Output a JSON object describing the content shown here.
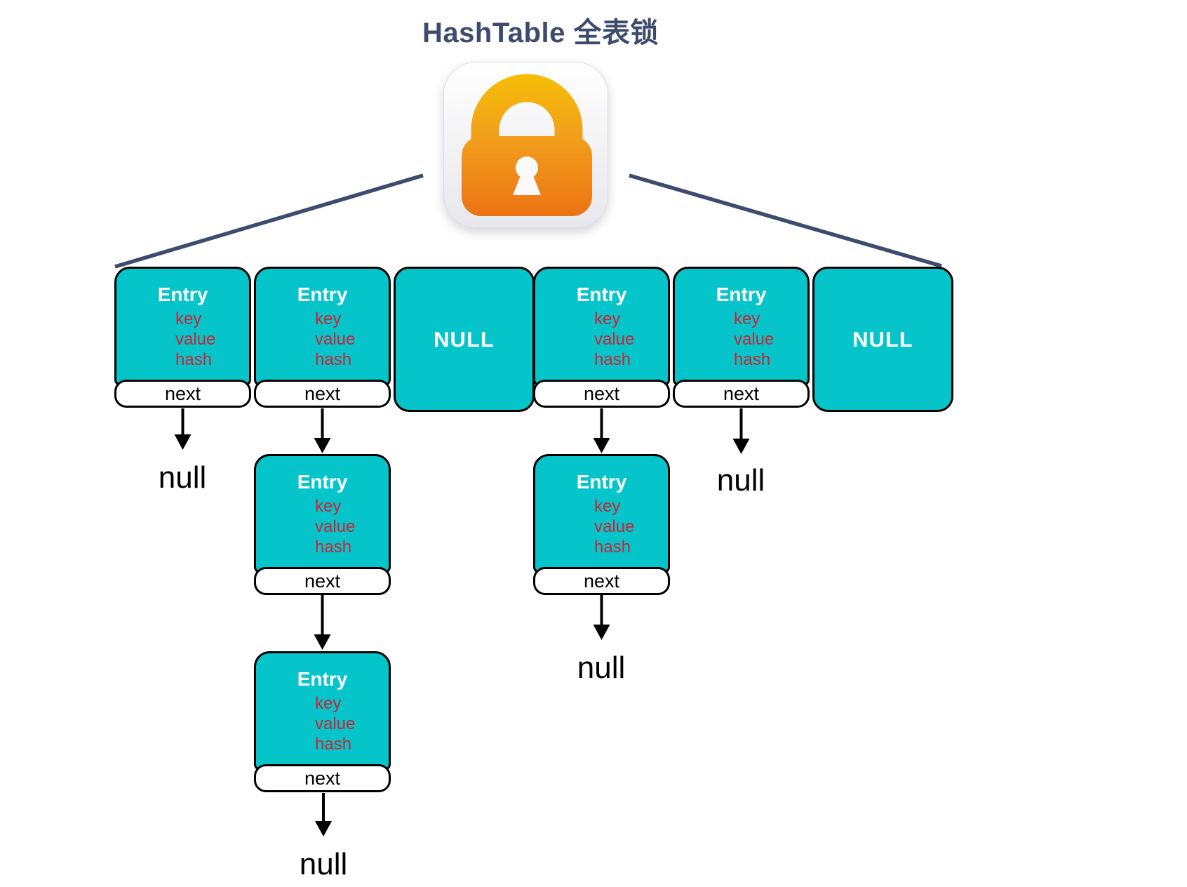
{
  "title": "HashTable 全表锁",
  "lock": {
    "icon": "padlock"
  },
  "colors": {
    "bucket_teal": "#06c5ca",
    "field_red": "#cb2336",
    "title_navy": "#3d4c6d",
    "line_navy": "#3d4c6d",
    "lock_orange_top": "#f5c006",
    "lock_orange_bottom": "#ec7213",
    "arrow_black": "#000000"
  },
  "table": {
    "buckets": [
      {
        "type": "entry",
        "title": "Entry",
        "fields": [
          "key",
          "value",
          "hash"
        ],
        "footer": "next"
      },
      {
        "type": "entry",
        "title": "Entry",
        "fields": [
          "key",
          "value",
          "hash"
        ],
        "footer": "next"
      },
      {
        "type": "null",
        "label": "NULL"
      },
      {
        "type": "entry",
        "title": "Entry",
        "fields": [
          "key",
          "value",
          "hash"
        ],
        "footer": "next"
      },
      {
        "type": "entry",
        "title": "Entry",
        "fields": [
          "key",
          "value",
          "hash"
        ],
        "footer": "next"
      },
      {
        "type": "null",
        "label": "NULL"
      }
    ]
  },
  "chains": {
    "bucket0": {
      "terminal": "null"
    },
    "bucket1": {
      "nodes": [
        {
          "title": "Entry",
          "fields": [
            "key",
            "value",
            "hash"
          ],
          "footer": "next"
        },
        {
          "title": "Entry",
          "fields": [
            "key",
            "value",
            "hash"
          ],
          "footer": "next"
        }
      ],
      "terminal": "null"
    },
    "bucket3": {
      "nodes": [
        {
          "title": "Entry",
          "fields": [
            "key",
            "value",
            "hash"
          ],
          "footer": "next"
        }
      ],
      "terminal": "null"
    },
    "bucket4": {
      "terminal": "null"
    }
  }
}
